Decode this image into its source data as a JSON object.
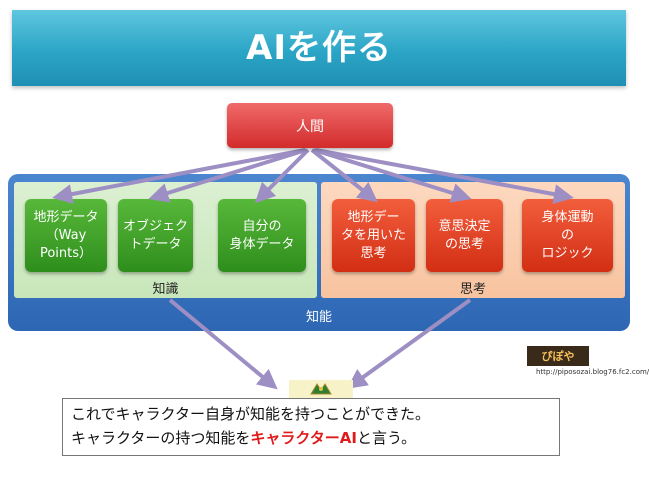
{
  "slide": {
    "title": "AIを作る",
    "human_label": "人間",
    "intelligence_label": "知能",
    "knowledge_label": "知識",
    "thinking_label": "思考",
    "knowledge_items": [
      {
        "label": "地形データ\n（Way\nPoints）"
      },
      {
        "label": "オブジェク\nトデータ"
      },
      {
        "label": "自分の\n身体データ"
      }
    ],
    "thinking_items": [
      {
        "label": "地形デー\nタを用いた\n思考"
      },
      {
        "label": "意思決定\nの思考"
      },
      {
        "label": "身体運動\nの\nロジック"
      }
    ],
    "logo_text": "ぴぽや",
    "source_url": "http://piposozai.blog76.fc2.com/",
    "note": {
      "line1": "これでキャラクター自身が知能を持つことができた。",
      "line2_prefix": "キャラクターの持つ知能を",
      "line2_highlight": "キャラクターAI",
      "line2_suffix": "と言う。"
    }
  },
  "colors": {
    "title_bar": "#2ba5c6",
    "human_box": "#d22b2b",
    "intelligence_panel": "#2d66b3",
    "knowledge_panel": "#c8e6ba",
    "thinking_panel": "#f8c39f",
    "knowledge_box": "#2e8e1c",
    "thinking_box": "#d22e14",
    "arrow": "#9d8fc4",
    "highlight_text": "#e01a1a"
  }
}
